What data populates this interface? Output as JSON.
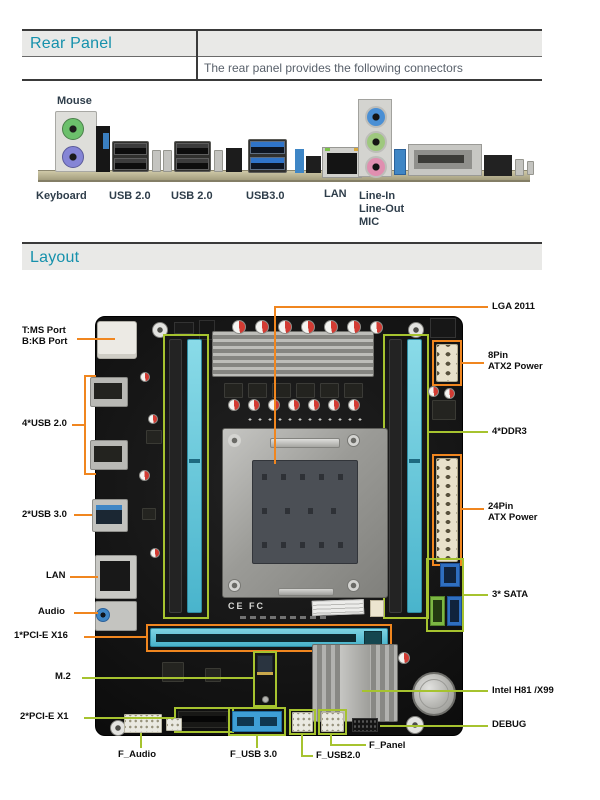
{
  "rear_panel_section": {
    "title": "Rear Panel",
    "description": "The rear panel provides the following connectors"
  },
  "layout_section": {
    "title": "Layout"
  },
  "rear_panel": {
    "mouse_label": "Mouse",
    "keyboard_label": "Keyboard",
    "usb20_label_1": "USB 2.0",
    "usb20_label_2": "USB 2.0",
    "usb30_label": "USB3.0",
    "lan_label": "LAN",
    "line_in_label": "Line-In",
    "line_out_label": "Line-Out",
    "mic_label": "MIC"
  },
  "layout": {
    "callouts": {
      "ps2": {
        "line1": "T:MS Port",
        "line2": "B:KB Port"
      },
      "usb20": "4*USB 2.0",
      "usb30": "2*USB 3.0",
      "lan": "LAN",
      "audio": "Audio",
      "pcie_x16": "1*PCI-E X16",
      "m2": "M.2",
      "pcie_x1": "2*PCI-E X1",
      "f_audio": "F_Audio",
      "f_usb30": "F_USB 3.0",
      "f_usb20": "F_USB2.0",
      "f_panel": "F_Panel",
      "debug": "DEBUG",
      "chipset": "Intel H81 /X99",
      "sata": "3* SATA",
      "atx24": {
        "line1": "24Pin",
        "line2": "ATX Power"
      },
      "ddr3": "4*DDR3",
      "atx8": {
        "line1": "8Pin",
        "line2": "ATX2 Power"
      },
      "lga": "LGA 2011"
    },
    "board_markings": {
      "ce_fc": "CE FC"
    }
  },
  "colors": {
    "accent_teal": "#1691ac",
    "callout_orange": "#f0861f",
    "callout_green": "#a6c32f",
    "header_bg": "#e9e9e7"
  }
}
